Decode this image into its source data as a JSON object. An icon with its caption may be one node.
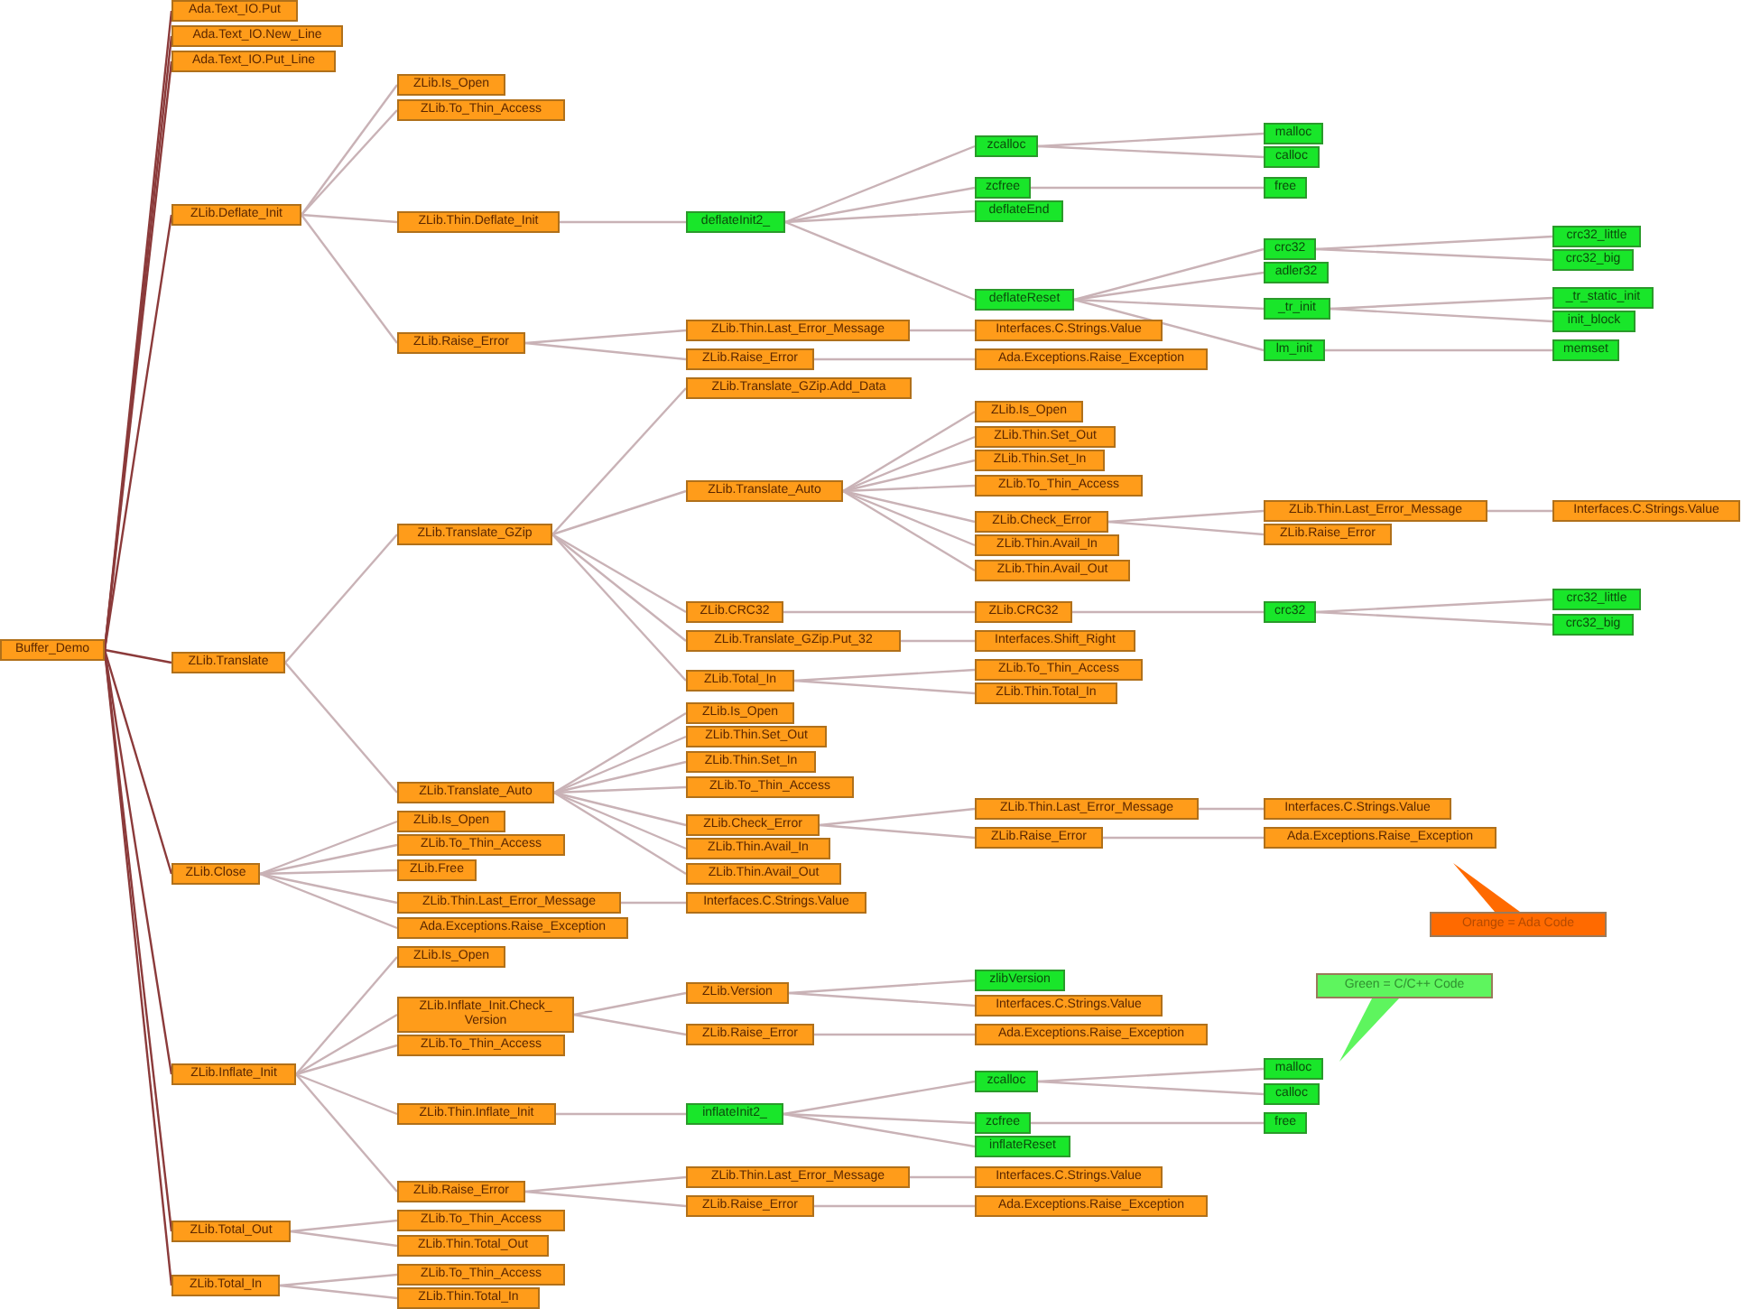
{
  "diagram": {
    "nodes": [
      {
        "text": [
          "Buffer_Demo"
        ]
      },
      {
        "text": [
          "Ada.Text_IO.Put"
        ]
      },
      {
        "text": [
          "Ada.Text_IO.New_Line"
        ]
      },
      {
        "text": [
          "Ada.Text_IO.Put_Line"
        ]
      },
      {
        "text": [
          "ZLib.Deflate_Init"
        ]
      },
      {
        "text": [
          "ZLib.Is_Open"
        ]
      },
      {
        "text": [
          "ZLib.To_Thin_Access"
        ]
      },
      {
        "text": [
          "ZLib.Thin.Deflate_Init"
        ]
      },
      {
        "text": [
          "deflateInit2_"
        ]
      },
      {
        "text": [
          "zcalloc"
        ]
      },
      {
        "text": [
          "malloc"
        ]
      },
      {
        "text": [
          "calloc"
        ]
      },
      {
        "text": [
          "zcfree"
        ]
      },
      {
        "text": [
          "free"
        ]
      },
      {
        "text": [
          "deflateEnd"
        ]
      },
      {
        "text": [
          "deflateReset"
        ]
      },
      {
        "text": [
          "crc32"
        ]
      },
      {
        "text": [
          "crc32_little"
        ]
      },
      {
        "text": [
          "crc32_big"
        ]
      },
      {
        "text": [
          "adler32"
        ]
      },
      {
        "text": [
          "_tr_init"
        ]
      },
      {
        "text": [
          "_tr_static_init"
        ]
      },
      {
        "text": [
          "init_block"
        ]
      },
      {
        "text": [
          "lm_init"
        ]
      },
      {
        "text": [
          "memset"
        ]
      },
      {
        "text": [
          "ZLib.Raise_Error"
        ]
      },
      {
        "text": [
          "ZLib.Thin.Last_Error_Message"
        ]
      },
      {
        "text": [
          "Interfaces.C.Strings.Value"
        ]
      },
      {
        "text": [
          "ZLib.Raise_Error"
        ]
      },
      {
        "text": [
          "Ada.Exceptions.Raise_Exception"
        ]
      },
      {
        "text": [
          "ZLib.Translate"
        ]
      },
      {
        "text": [
          "ZLib.Translate_GZip"
        ]
      },
      {
        "text": [
          "ZLib.Translate_GZip.Add_Data"
        ]
      },
      {
        "text": [
          "ZLib.Translate_Auto"
        ]
      },
      {
        "text": [
          "ZLib.Is_Open"
        ]
      },
      {
        "text": [
          "ZLib.Thin.Set_Out"
        ]
      },
      {
        "text": [
          "ZLib.Thin.Set_In"
        ]
      },
      {
        "text": [
          "ZLib.To_Thin_Access"
        ]
      },
      {
        "text": [
          "ZLib.Check_Error"
        ]
      },
      {
        "text": [
          "ZLib.Thin.Last_Error_Message"
        ]
      },
      {
        "text": [
          "Interfaces.C.Strings.Value"
        ]
      },
      {
        "text": [
          "ZLib.Raise_Error"
        ]
      },
      {
        "text": [
          "ZLib.Thin.Avail_In"
        ]
      },
      {
        "text": [
          "ZLib.Thin.Avail_Out"
        ]
      },
      {
        "text": [
          "ZLib.CRC32"
        ]
      },
      {
        "text": [
          "ZLib.CRC32"
        ]
      },
      {
        "text": [
          "crc32"
        ]
      },
      {
        "text": [
          "crc32_little"
        ]
      },
      {
        "text": [
          "crc32_big"
        ]
      },
      {
        "text": [
          "ZLib.Translate_GZip.Put_32"
        ]
      },
      {
        "text": [
          "Interfaces.Shift_Right"
        ]
      },
      {
        "text": [
          "ZLib.Total_In"
        ]
      },
      {
        "text": [
          "ZLib.To_Thin_Access"
        ]
      },
      {
        "text": [
          "ZLib.Thin.Total_In"
        ]
      },
      {
        "text": [
          "ZLib.Translate_Auto"
        ]
      },
      {
        "text": [
          "ZLib.Is_Open"
        ]
      },
      {
        "text": [
          "ZLib.Thin.Set_Out"
        ]
      },
      {
        "text": [
          "ZLib.Thin.Set_In"
        ]
      },
      {
        "text": [
          "ZLib.To_Thin_Access"
        ]
      },
      {
        "text": [
          "ZLib.Check_Error"
        ]
      },
      {
        "text": [
          "ZLib.Thin.Last_Error_Message"
        ]
      },
      {
        "text": [
          "Interfaces.C.Strings.Value"
        ]
      },
      {
        "text": [
          "ZLib.Raise_Error"
        ]
      },
      {
        "text": [
          "Ada.Exceptions.Raise_Exception"
        ]
      },
      {
        "text": [
          "ZLib.Thin.Avail_In"
        ]
      },
      {
        "text": [
          "ZLib.Thin.Avail_Out"
        ]
      },
      {
        "text": [
          "ZLib.Close"
        ]
      },
      {
        "text": [
          "ZLib.Is_Open"
        ]
      },
      {
        "text": [
          "ZLib.To_Thin_Access"
        ]
      },
      {
        "text": [
          "ZLib.Free"
        ]
      },
      {
        "text": [
          "ZLib.Thin.Last_Error_Message"
        ]
      },
      {
        "text": [
          "Interfaces.C.Strings.Value"
        ]
      },
      {
        "text": [
          "Ada.Exceptions.Raise_Exception"
        ]
      },
      {
        "text": [
          "ZLib.Inflate_Init"
        ]
      },
      {
        "text": [
          "ZLib.Is_Open"
        ]
      },
      {
        "text": [
          "ZLib.Inflate_Init.Check_ Version"
        ]
      },
      {
        "text": [
          "ZLib.Version"
        ]
      },
      {
        "text": [
          "zlibVersion"
        ]
      },
      {
        "text": [
          "Interfaces.C.Strings.Value"
        ]
      },
      {
        "text": [
          "ZLib.Raise_Error"
        ]
      },
      {
        "text": [
          "Ada.Exceptions.Raise_Exception"
        ]
      },
      {
        "text": [
          "ZLib.To_Thin_Access"
        ]
      },
      {
        "text": [
          "ZLib.Thin.Inflate_Init"
        ]
      },
      {
        "text": [
          "inflateInit2_"
        ]
      },
      {
        "text": [
          "zcalloc"
        ]
      },
      {
        "text": [
          "malloc"
        ]
      },
      {
        "text": [
          "calloc"
        ]
      },
      {
        "text": [
          "zcfree"
        ]
      },
      {
        "text": [
          "free"
        ]
      },
      {
        "text": [
          "inflateReset"
        ]
      },
      {
        "text": [
          "ZLib.Raise_Error"
        ]
      },
      {
        "text": [
          "ZLib.Thin.Last_Error_Message"
        ]
      },
      {
        "text": [
          "Interfaces.C.Strings.Value"
        ]
      },
      {
        "text": [
          "ZLib.Raise_Error"
        ]
      },
      {
        "text": [
          "Ada.Exceptions.Raise_Exception"
        ]
      },
      {
        "text": [
          "ZLib.Total_Out"
        ]
      },
      {
        "text": [
          "ZLib.To_Thin_Access"
        ]
      },
      {
        "text": [
          "ZLib.Thin.Total_Out"
        ]
      },
      {
        "text": [
          "ZLib.Total_In"
        ]
      },
      {
        "text": [
          "ZLib.To_Thin_Access"
        ]
      },
      {
        "text": [
          "ZLib.Thin.Total_In"
        ]
      }
    ],
    "edges": [
      {
        "from": 0,
        "to": 1,
        "arrow": "none",
        "color": "#8b3a3a"
      },
      {
        "from": 0,
        "to": 2,
        "arrow": "none",
        "color": "#8b3a3a"
      },
      {
        "from": 0,
        "to": 3,
        "arrow": "none",
        "color": "#8b3a3a"
      },
      {
        "from": 0,
        "to": 4,
        "arrow": "none",
        "color": "#8b3a3a"
      },
      {
        "from": 0,
        "to": 30,
        "arrow": "none",
        "color": "#8b3a3a"
      },
      {
        "from": 0,
        "to": 66,
        "arrow": "none",
        "color": "#8b3a3a"
      },
      {
        "from": 0,
        "to": 73,
        "arrow": "none",
        "color": "#8b3a3a"
      },
      {
        "from": 0,
        "to": 95,
        "arrow": "none",
        "color": "#8b3a3a"
      },
      {
        "from": 0,
        "to": 98,
        "arrow": "none",
        "color": "#8b3a3a"
      },
      {
        "from": 4,
        "to": 5,
        "arrow": "none"
      },
      {
        "from": 4,
        "to": 6,
        "arrow": "none"
      },
      {
        "from": 4,
        "to": 7,
        "arrow": "none"
      },
      {
        "from": 4,
        "to": 25,
        "arrow": "none"
      },
      {
        "from": 7,
        "to": 8,
        "arrow": "none"
      },
      {
        "from": 8,
        "to": 9,
        "arrow": "none"
      },
      {
        "from": 8,
        "to": 12,
        "arrow": "none"
      },
      {
        "from": 8,
        "to": 14,
        "arrow": "none"
      },
      {
        "from": 8,
        "to": 15,
        "arrow": "none"
      },
      {
        "from": 9,
        "to": 10,
        "arrow": "none"
      },
      {
        "from": 9,
        "to": 11,
        "arrow": "none"
      },
      {
        "from": 12,
        "to": 13,
        "arrow": "none"
      },
      {
        "from": 15,
        "to": 16,
        "arrow": "none"
      },
      {
        "from": 15,
        "to": 19,
        "arrow": "none"
      },
      {
        "from": 15,
        "to": 20,
        "arrow": "none"
      },
      {
        "from": 15,
        "to": 23,
        "arrow": "none"
      },
      {
        "from": 16,
        "to": 17,
        "arrow": "none"
      },
      {
        "from": 16,
        "to": 18,
        "arrow": "none"
      },
      {
        "from": 20,
        "to": 21,
        "arrow": "none"
      },
      {
        "from": 20,
        "to": 22,
        "arrow": "none"
      },
      {
        "from": 23,
        "to": 24,
        "arrow": "none"
      },
      {
        "from": 25,
        "to": 26,
        "arrow": "none"
      },
      {
        "from": 25,
        "to": 28,
        "arrow": "none"
      },
      {
        "from": 26,
        "to": 27,
        "arrow": "none"
      },
      {
        "from": 28,
        "to": 29,
        "arrow": "none"
      },
      {
        "from": 30,
        "to": 31,
        "arrow": "none"
      },
      {
        "from": 30,
        "to": 54,
        "arrow": "none"
      },
      {
        "from": 31,
        "to": 32,
        "arrow": "none"
      },
      {
        "from": 31,
        "to": 33,
        "arrow": "none"
      },
      {
        "from": 31,
        "to": 44,
        "arrow": "none"
      },
      {
        "from": 31,
        "to": 49,
        "arrow": "none"
      },
      {
        "from": 31,
        "to": 51,
        "arrow": "none"
      },
      {
        "from": 33,
        "to": 34,
        "arrow": "none"
      },
      {
        "from": 33,
        "to": 35,
        "arrow": "none"
      },
      {
        "from": 33,
        "to": 36,
        "arrow": "none"
      },
      {
        "from": 33,
        "to": 37,
        "arrow": "none"
      },
      {
        "from": 33,
        "to": 38,
        "arrow": "none"
      },
      {
        "from": 33,
        "to": 42,
        "arrow": "none"
      },
      {
        "from": 33,
        "to": 43,
        "arrow": "none"
      },
      {
        "from": 38,
        "to": 39,
        "arrow": "none"
      },
      {
        "from": 38,
        "to": 41,
        "arrow": "none"
      },
      {
        "from": 39,
        "to": 40,
        "arrow": "none"
      },
      {
        "from": 44,
        "to": 45,
        "arrow": "none"
      },
      {
        "from": 45,
        "to": 46,
        "arrow": "none"
      },
      {
        "from": 46,
        "to": 47,
        "arrow": "none"
      },
      {
        "from": 46,
        "to": 48,
        "arrow": "none"
      },
      {
        "from": 49,
        "to": 50,
        "arrow": "none"
      },
      {
        "from": 51,
        "to": 52,
        "arrow": "none"
      },
      {
        "from": 51,
        "to": 53,
        "arrow": "none"
      },
      {
        "from": 54,
        "to": 55,
        "arrow": "none"
      },
      {
        "from": 54,
        "to": 56,
        "arrow": "none"
      },
      {
        "from": 54,
        "to": 57,
        "arrow": "none"
      },
      {
        "from": 54,
        "to": 58,
        "arrow": "none"
      },
      {
        "from": 54,
        "to": 59,
        "arrow": "none"
      },
      {
        "from": 54,
        "to": 64,
        "arrow": "none"
      },
      {
        "from": 54,
        "to": 65,
        "arrow": "none"
      },
      {
        "from": 59,
        "to": 60,
        "arrow": "none"
      },
      {
        "from": 59,
        "to": 62,
        "arrow": "none"
      },
      {
        "from": 60,
        "to": 61,
        "arrow": "none"
      },
      {
        "from": 62,
        "to": 63,
        "arrow": "none"
      },
      {
        "from": 66,
        "to": 67,
        "arrow": "none"
      },
      {
        "from": 66,
        "to": 68,
        "arrow": "none"
      },
      {
        "from": 66,
        "to": 69,
        "arrow": "none"
      },
      {
        "from": 66,
        "to": 70,
        "arrow": "none"
      },
      {
        "from": 66,
        "to": 72,
        "arrow": "none"
      },
      {
        "from": 70,
        "to": 71,
        "arrow": "none"
      },
      {
        "from": 73,
        "to": 74,
        "arrow": "none"
      },
      {
        "from": 73,
        "to": 75,
        "arrow": "none"
      },
      {
        "from": 73,
        "to": 81,
        "arrow": "none"
      },
      {
        "from": 73,
        "to": 82,
        "arrow": "none"
      },
      {
        "from": 73,
        "to": 90,
        "arrow": "none"
      },
      {
        "from": 75,
        "to": 76,
        "arrow": "none"
      },
      {
        "from": 75,
        "to": 79,
        "arrow": "none"
      },
      {
        "from": 76,
        "to": 77,
        "arrow": "none"
      },
      {
        "from": 76,
        "to": 78,
        "arrow": "none"
      },
      {
        "from": 79,
        "to": 80,
        "arrow": "none"
      },
      {
        "from": 82,
        "to": 83,
        "arrow": "none"
      },
      {
        "from": 83,
        "to": 84,
        "arrow": "none"
      },
      {
        "from": 83,
        "to": 87,
        "arrow": "none"
      },
      {
        "from": 83,
        "to": 89,
        "arrow": "none"
      },
      {
        "from": 84,
        "to": 85,
        "arrow": "none"
      },
      {
        "from": 84,
        "to": 86,
        "arrow": "none"
      },
      {
        "from": 87,
        "to": 88,
        "arrow": "none"
      },
      {
        "from": 90,
        "to": 91,
        "arrow": "none"
      },
      {
        "from": 90,
        "to": 93,
        "arrow": "none"
      },
      {
        "from": 91,
        "to": 92,
        "arrow": "none"
      },
      {
        "from": 93,
        "to": 94,
        "arrow": "none"
      },
      {
        "from": 95,
        "to": 96,
        "arrow": "none"
      },
      {
        "from": 95,
        "to": 97,
        "arrow": "none"
      },
      {
        "from": 98,
        "to": 99,
        "arrow": "none"
      },
      {
        "from": 98,
        "to": 100,
        "arrow": "none"
      }
    ],
    "legend": [
      {
        "text": "Orange = Ada Code",
        "color": "#ff6a00"
      },
      {
        "text": "Green = C/C++ Code",
        "color": "#5ef55e"
      }
    ]
  }
}
